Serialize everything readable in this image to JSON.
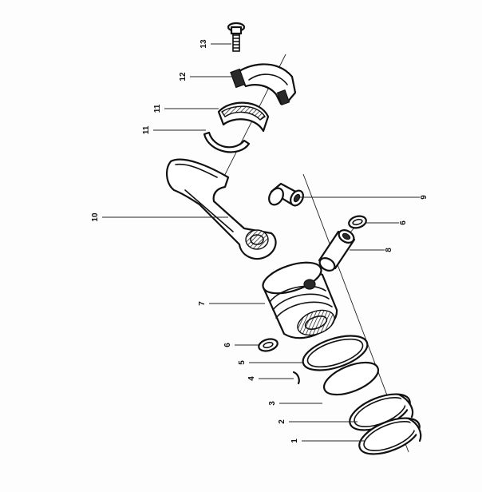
{
  "diagram": {
    "type": "exploded-assembly",
    "callouts": [
      "1",
      "2",
      "3",
      "4",
      "5",
      "6",
      "6",
      "7",
      "8",
      "9",
      "10",
      "11",
      "11",
      "12",
      "13"
    ],
    "parts": [
      "bolt-13",
      "bearing-cap-12",
      "bearing-shell-11-upper",
      "bearing-shell-11-lower",
      "connecting-rod-10",
      "small-end-bush-9",
      "circlip-6-upper",
      "gudgeon-pin-8",
      "piston-7",
      "circlip-6-lower",
      "ring-5",
      "ring-4",
      "ring-3",
      "ring-2",
      "ring-1"
    ]
  },
  "colors": {
    "ink": "#111111",
    "paper": "#fdfdfd"
  }
}
